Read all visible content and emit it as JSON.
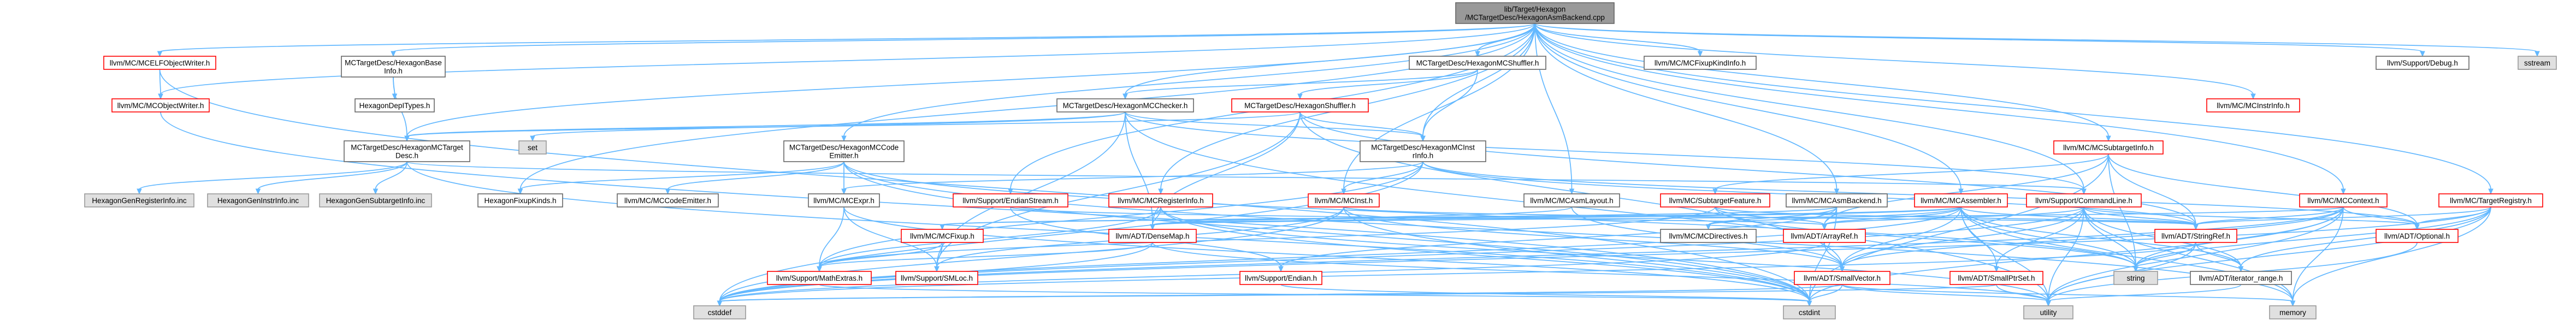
{
  "graph": {
    "colors": {
      "root_fill": "#999999",
      "root_border": "#666666",
      "file_fill": "#ffffff",
      "file_border": "#666666",
      "red_border": "#ff0000",
      "system_fill": "#e0e0e0",
      "system_border": "#999999",
      "edge": "#63b8ff"
    },
    "nodes": [
      {
        "id": "root",
        "kind": "root",
        "lines": [
          "lib/Target/Hexagon",
          "/MCTargetDesc/HexagonAsmBackend.cpp"
        ]
      },
      {
        "id": "elfobjwriter",
        "kind": "red",
        "lines": [
          "llvm/MC/MCELFObjectWriter.h"
        ]
      },
      {
        "id": "objwriter",
        "kind": "red",
        "lines": [
          "llvm/MC/MCObjectWriter.h"
        ]
      },
      {
        "id": "hexbaseinfo",
        "kind": "file",
        "lines": [
          "MCTargetDesc/HexagonBase",
          "Info.h"
        ]
      },
      {
        "id": "hexdeptypes",
        "kind": "file",
        "lines": [
          "HexagonDepITypes.h"
        ]
      },
      {
        "id": "hextargetdesc",
        "kind": "file",
        "lines": [
          "MCTargetDesc/HexagonMCTarget",
          "Desc.h"
        ]
      },
      {
        "id": "hexshuffler",
        "kind": "file",
        "lines": [
          "MCTargetDesc/HexagonMCShuffler.h"
        ]
      },
      {
        "id": "mcchecker",
        "kind": "file",
        "lines": [
          "MCTargetDesc/HexagonMCChecker.h"
        ]
      },
      {
        "id": "hexshufflerh",
        "kind": "red",
        "lines": [
          "MCTargetDesc/HexagonShuffler.h"
        ]
      },
      {
        "id": "set",
        "kind": "system",
        "lines": [
          "set"
        ]
      },
      {
        "id": "mcinstrinfo",
        "kind": "file",
        "lines": [
          "MCTargetDesc/HexagonMCInst",
          "rInfo.h"
        ]
      },
      {
        "id": "codeemitter",
        "kind": "file",
        "lines": [
          "MCTargetDesc/HexagonMCCode",
          "Emitter.h"
        ]
      },
      {
        "id": "fixupkindinfo",
        "kind": "file",
        "lines": [
          "llvm/MC/MCFixupKindInfo.h"
        ]
      },
      {
        "id": "mcinstrinfoh",
        "kind": "red",
        "lines": [
          "llvm/MC/MCInstrInfo.h"
        ]
      },
      {
        "id": "subtargetinfo",
        "kind": "red",
        "lines": [
          "llvm/MC/MCSubtargetInfo.h"
        ]
      },
      {
        "id": "debug",
        "kind": "file",
        "lines": [
          "llvm/Support/Debug.h"
        ]
      },
      {
        "id": "sstream",
        "kind": "system",
        "lines": [
          "sstream"
        ]
      },
      {
        "id": "genreginfo",
        "kind": "system",
        "lines": [
          "HexagonGenRegisterInfo.inc"
        ]
      },
      {
        "id": "geninstrinfo",
        "kind": "system",
        "lines": [
          "HexagonGenInstrInfo.inc"
        ]
      },
      {
        "id": "gensubtarget",
        "kind": "system",
        "lines": [
          "HexagonGenSubtargetInfo.inc"
        ]
      },
      {
        "id": "fixupkinds",
        "kind": "file",
        "lines": [
          "HexagonFixupKinds.h"
        ]
      },
      {
        "id": "mccodeemitter",
        "kind": "file",
        "lines": [
          "llvm/MC/MCCodeEmitter.h"
        ]
      },
      {
        "id": "mcexpr",
        "kind": "file",
        "lines": [
          "llvm/MC/MCExpr.h"
        ]
      },
      {
        "id": "endianstream",
        "kind": "red",
        "lines": [
          "llvm/Support/EndianStream.h"
        ]
      },
      {
        "id": "reginfo",
        "kind": "red",
        "lines": [
          "llvm/MC/MCRegisterInfo.h"
        ]
      },
      {
        "id": "mcinst",
        "kind": "red",
        "lines": [
          "llvm/MC/MCInst.h"
        ]
      },
      {
        "id": "asmlayout",
        "kind": "file",
        "lines": [
          "llvm/MC/MCAsmLayout.h"
        ]
      },
      {
        "id": "subtargetfeature",
        "kind": "red",
        "lines": [
          "llvm/MC/SubtargetFeature.h"
        ]
      },
      {
        "id": "asmbackend",
        "kind": "file",
        "lines": [
          "llvm/MC/MCAsmBackend.h"
        ]
      },
      {
        "id": "assembler",
        "kind": "red",
        "lines": [
          "llvm/MC/MCAssembler.h"
        ]
      },
      {
        "id": "commandline",
        "kind": "red",
        "lines": [
          "llvm/Support/CommandLine.h"
        ]
      },
      {
        "id": "mccontext",
        "kind": "red",
        "lines": [
          "llvm/MC/MCContext.h"
        ]
      },
      {
        "id": "targetregistry",
        "kind": "red",
        "lines": [
          "llvm/MC/TargetRegistry.h"
        ]
      },
      {
        "id": "mcfixup",
        "kind": "red",
        "lines": [
          "llvm/MC/MCFixup.h"
        ]
      },
      {
        "id": "densemap",
        "kind": "red",
        "lines": [
          "llvm/ADT/DenseMap.h"
        ]
      },
      {
        "id": "mcdirectives",
        "kind": "file",
        "lines": [
          "llvm/MC/MCDirectives.h"
        ]
      },
      {
        "id": "arrayref",
        "kind": "red",
        "lines": [
          "llvm/ADT/ArrayRef.h"
        ]
      },
      {
        "id": "stringref",
        "kind": "red",
        "lines": [
          "llvm/ADT/StringRef.h"
        ]
      },
      {
        "id": "optional",
        "kind": "red",
        "lines": [
          "llvm/ADT/Optional.h"
        ]
      },
      {
        "id": "mathextras",
        "kind": "red",
        "lines": [
          "llvm/Support/MathExtras.h"
        ]
      },
      {
        "id": "smloc",
        "kind": "red",
        "lines": [
          "llvm/Support/SMLoc.h"
        ]
      },
      {
        "id": "endian",
        "kind": "red",
        "lines": [
          "llvm/Support/Endian.h"
        ]
      },
      {
        "id": "smallvector",
        "kind": "red",
        "lines": [
          "llvm/ADT/SmallVector.h"
        ]
      },
      {
        "id": "smallptrset",
        "kind": "red",
        "lines": [
          "llvm/ADT/SmallPtrSet.h"
        ]
      },
      {
        "id": "string",
        "kind": "system",
        "lines": [
          "string"
        ]
      },
      {
        "id": "iterrange",
        "kind": "file",
        "lines": [
          "llvm/ADT/iterator_range.h"
        ]
      },
      {
        "id": "cstdint",
        "kind": "system",
        "lines": [
          "cstdint"
        ]
      },
      {
        "id": "cstddef",
        "kind": "system",
        "lines": [
          "cstddef"
        ]
      },
      {
        "id": "utility",
        "kind": "system",
        "lines": [
          "utility"
        ]
      },
      {
        "id": "memory",
        "kind": "system",
        "lines": [
          "memory"
        ]
      }
    ],
    "edges": [
      [
        "root",
        "elfobjwriter"
      ],
      [
        "root",
        "objwriter"
      ],
      [
        "root",
        "hexbaseinfo"
      ],
      [
        "root",
        "hextargetdesc"
      ],
      [
        "root",
        "hexshuffler"
      ],
      [
        "root",
        "mcchecker"
      ],
      [
        "root",
        "mcinstrinfo"
      ],
      [
        "root",
        "codeemitter"
      ],
      [
        "root",
        "fixupkindinfo"
      ],
      [
        "root",
        "mcinstrinfoh"
      ],
      [
        "root",
        "subtargetinfo"
      ],
      [
        "root",
        "debug"
      ],
      [
        "root",
        "sstream"
      ],
      [
        "root",
        "fixupkinds"
      ],
      [
        "root",
        "asmbackend"
      ],
      [
        "root",
        "asmlayout"
      ],
      [
        "root",
        "assembler"
      ],
      [
        "root",
        "endianstream"
      ],
      [
        "root",
        "reginfo"
      ],
      [
        "root",
        "mcinst"
      ],
      [
        "root",
        "targetregistry"
      ],
      [
        "root",
        "mccontext"
      ],
      [
        "root",
        "commandline"
      ],
      [
        "elfobjwriter",
        "objwriter"
      ],
      [
        "elfobjwriter",
        "cstdint"
      ],
      [
        "objwriter",
        "cstdint"
      ],
      [
        "hexbaseinfo",
        "hexdeptypes"
      ],
      [
        "hexbaseinfo",
        "hextargetdesc"
      ],
      [
        "hextargetdesc",
        "genreginfo"
      ],
      [
        "hextargetdesc",
        "geninstrinfo"
      ],
      [
        "hextargetdesc",
        "gensubtarget"
      ],
      [
        "hextargetdesc",
        "cstdint"
      ],
      [
        "hextargetdesc",
        "commandline"
      ],
      [
        "hexshuffler",
        "mcchecker"
      ],
      [
        "hexshuffler",
        "hexshufflerh"
      ],
      [
        "hexshuffler",
        "mcinstrinfo"
      ],
      [
        "mcchecker",
        "set"
      ],
      [
        "mcchecker",
        "hextargetdesc"
      ],
      [
        "mcchecker",
        "mcinstrinfo"
      ],
      [
        "mcchecker",
        "densemap"
      ],
      [
        "mcchecker",
        "smloc"
      ],
      [
        "mcchecker",
        "utility"
      ],
      [
        "mcchecker",
        "commandline"
      ],
      [
        "hexshufflerh",
        "hextargetdesc"
      ],
      [
        "hexshufflerh",
        "mcinstrinfo"
      ],
      [
        "hexshufflerh",
        "densemap"
      ],
      [
        "hexshufflerh",
        "smallvector"
      ],
      [
        "hexshufflerh",
        "smloc"
      ],
      [
        "hexshufflerh",
        "stringref"
      ],
      [
        "mcinstrinfo",
        "mcinst"
      ],
      [
        "mcinstrinfo",
        "mcexpr"
      ],
      [
        "mcinstrinfo",
        "stringref"
      ],
      [
        "mcinstrinfo",
        "cstddef"
      ],
      [
        "mcinstrinfo",
        "optional"
      ],
      [
        "mcinstrinfo",
        "mathextras"
      ],
      [
        "codeemitter",
        "fixupkinds"
      ],
      [
        "codeemitter",
        "mccodeemitter"
      ],
      [
        "codeemitter",
        "mcexpr"
      ],
      [
        "codeemitter",
        "cstdint"
      ],
      [
        "codeemitter",
        "memory"
      ],
      [
        "codeemitter",
        "string"
      ],
      [
        "mcexpr",
        "mathextras"
      ],
      [
        "mcexpr",
        "smloc"
      ],
      [
        "mcexpr",
        "cstdint"
      ],
      [
        "endianstream",
        "endian"
      ],
      [
        "endianstream",
        "arrayref"
      ],
      [
        "reginfo",
        "densemap"
      ],
      [
        "reginfo",
        "mathextras"
      ],
      [
        "reginfo",
        "cstdint"
      ],
      [
        "reginfo",
        "utility"
      ],
      [
        "mcinst",
        "smallvector"
      ],
      [
        "mcinst",
        "smloc"
      ],
      [
        "mcinst",
        "cstddef"
      ],
      [
        "mcinst",
        "cstdint"
      ],
      [
        "mcinst",
        "stringref"
      ],
      [
        "asmlayout",
        "densemap"
      ],
      [
        "asmlayout",
        "smallvector"
      ],
      [
        "subtargetfeature",
        "arrayref"
      ],
      [
        "subtargetfeature",
        "stringref"
      ],
      [
        "subtargetfeature",
        "mathextras"
      ],
      [
        "subtargetfeature",
        "string"
      ],
      [
        "asmbackend",
        "arrayref"
      ],
      [
        "asmbackend",
        "mcdirectives"
      ],
      [
        "asmbackend",
        "mcfixup"
      ],
      [
        "asmbackend",
        "endian"
      ],
      [
        "asmbackend",
        "cstdint"
      ],
      [
        "assembler",
        "densemap"
      ],
      [
        "assembler",
        "arrayref"
      ],
      [
        "assembler",
        "stringref"
      ],
      [
        "assembler",
        "smallptrset"
      ],
      [
        "assembler",
        "smallvector"
      ],
      [
        "assembler",
        "iterrange"
      ],
      [
        "assembler",
        "mcdirectives"
      ],
      [
        "assembler",
        "cstddef"
      ],
      [
        "assembler",
        "memory"
      ],
      [
        "assembler",
        "string"
      ],
      [
        "assembler",
        "utility"
      ],
      [
        "assembler",
        "mcfixup"
      ],
      [
        "commandline",
        "arrayref"
      ],
      [
        "commandline",
        "smallptrset"
      ],
      [
        "commandline",
        "smallvector"
      ],
      [
        "commandline",
        "stringref"
      ],
      [
        "commandline",
        "iterrange"
      ],
      [
        "commandline",
        "cstddef"
      ],
      [
        "commandline",
        "memory"
      ],
      [
        "commandline",
        "string"
      ],
      [
        "commandline",
        "utility"
      ],
      [
        "commandline",
        "optional"
      ],
      [
        "subtargetinfo",
        "arrayref"
      ],
      [
        "subtargetinfo",
        "stringref"
      ],
      [
        "subtargetinfo",
        "subtargetfeature"
      ],
      [
        "subtargetinfo",
        "cstdint"
      ],
      [
        "subtargetinfo",
        "string"
      ],
      [
        "subtargetinfo",
        "optional"
      ],
      [
        "mccontext",
        "densemap"
      ],
      [
        "mccontext",
        "optional"
      ],
      [
        "mccontext",
        "stringref"
      ],
      [
        "mccontext",
        "smallvector"
      ],
      [
        "mccontext",
        "cstddef"
      ],
      [
        "mccontext",
        "cstdint"
      ],
      [
        "mccontext",
        "memory"
      ],
      [
        "mccontext",
        "string"
      ],
      [
        "mccontext",
        "utility"
      ],
      [
        "targetregistry",
        "optional"
      ],
      [
        "targetregistry",
        "stringref"
      ],
      [
        "targetregistry",
        "iterrange"
      ],
      [
        "targetregistry",
        "cstddef"
      ],
      [
        "targetregistry",
        "memory"
      ],
      [
        "targetregistry",
        "string"
      ],
      [
        "targetregistry",
        "utility"
      ],
      [
        "mcfixup",
        "smloc"
      ],
      [
        "mcfixup",
        "mathextras"
      ],
      [
        "densemap",
        "mathextras"
      ],
      [
        "densemap",
        "cstddef"
      ],
      [
        "densemap",
        "utility"
      ],
      [
        "arrayref",
        "smallvector"
      ],
      [
        "arrayref",
        "cstddef"
      ],
      [
        "stringref",
        "iterrange"
      ],
      [
        "stringref",
        "cstddef"
      ],
      [
        "stringref",
        "string"
      ],
      [
        "stringref",
        "utility"
      ],
      [
        "optional",
        "utility"
      ],
      [
        "mathextras",
        "cstdint"
      ],
      [
        "smallvector",
        "cstddef"
      ],
      [
        "smallvector",
        "cstdint"
      ],
      [
        "smallvector",
        "utility"
      ],
      [
        "smallvector",
        "memory"
      ],
      [
        "smallptrset",
        "cstddef"
      ],
      [
        "smallptrset",
        "utility"
      ],
      [
        "iterrange",
        "utility"
      ],
      [
        "endian",
        "cstdint"
      ]
    ]
  }
}
